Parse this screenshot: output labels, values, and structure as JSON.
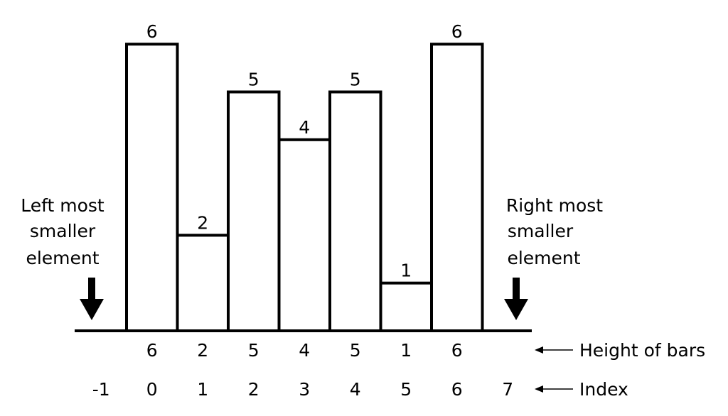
{
  "chart_data": {
    "type": "bar",
    "title": "",
    "xlabel": "",
    "ylabel": "",
    "ylim": [
      0,
      6
    ],
    "categories": [
      "0",
      "1",
      "2",
      "3",
      "4",
      "5",
      "6"
    ],
    "values": [
      6,
      2,
      5,
      4,
      5,
      1,
      6
    ],
    "height_row": [
      "6",
      "2",
      "5",
      "4",
      "5",
      "1",
      "6"
    ],
    "index_row": [
      "-1",
      "0",
      "1",
      "2",
      "3",
      "4",
      "5",
      "6",
      "7"
    ],
    "height_row_label": "Height of bars",
    "index_row_label": "Index",
    "left_annotation": [
      "Left most",
      "smaller",
      "element"
    ],
    "right_annotation": [
      "Right most",
      "smaller",
      "element"
    ],
    "grid": false,
    "legend": "none"
  }
}
